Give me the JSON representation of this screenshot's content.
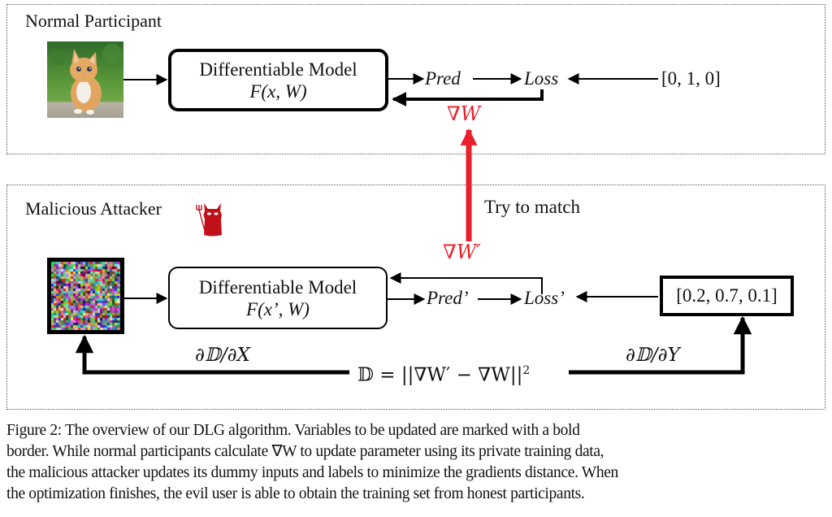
{
  "figure": {
    "normal_panel": {
      "title": "Normal Participant",
      "input_image": "kitten-photo",
      "model": {
        "name": "Differentiable Model",
        "formula": "F(x, W)"
      },
      "pred": "Pred",
      "loss": "Loss",
      "label": "[0, 1, 0]",
      "gradient": "∇W"
    },
    "attacker_panel": {
      "title": "Malicious Attacker",
      "icon": "devil-icon",
      "input_image": "random-noise",
      "model": {
        "name": "Differentiable Model",
        "formula": "F(x’, W)"
      },
      "pred": "Pred’",
      "loss": "Loss’",
      "label": "[0.2, 0.7, 0.1]",
      "gradient": "∇W′",
      "grad_x": "∂𝔻/∂X",
      "grad_y": "∂𝔻/∂Y",
      "distance": "𝔻 = ||∇W′ − ∇W||",
      "distance_exp": "2"
    },
    "match_label": "Try to match",
    "colors": {
      "gradient": "#e8202a",
      "devil": "#c0111a",
      "line": "#000000"
    }
  },
  "caption": {
    "lines": [
      "Figure 2: The overview of our DLG algorithm. Variables to be updated are marked with a bold",
      "border. While normal participants calculate ∇W to update parameter using its private training data,",
      "the malicious attacker updates its dummy inputs and labels to minimize the gradients distance. When",
      "the optimization finishes, the evil user is able to obtain the training set from honest participants."
    ]
  }
}
